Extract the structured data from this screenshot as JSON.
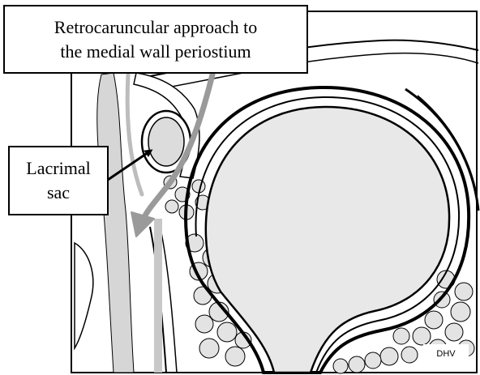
{
  "labels": {
    "approach_line1": "Retrocaruncular approach to",
    "approach_line2": "the medial wall periostium",
    "sac_line1": "Lacrimal",
    "sac_line2": "sac",
    "artist_signature": "DHV"
  },
  "colors": {
    "background": "#ffffff",
    "outline": "#000000",
    "globe_fill": "#e8e8e8",
    "soft_tissue": "#cfcfcf",
    "approach_arrow": "#9a9a9a",
    "fat_lobule_fill": "#e3e3e3"
  },
  "icons": {
    "approach_arrow": "gray-curved-arrow",
    "sac_pointer": "black-arrow"
  }
}
